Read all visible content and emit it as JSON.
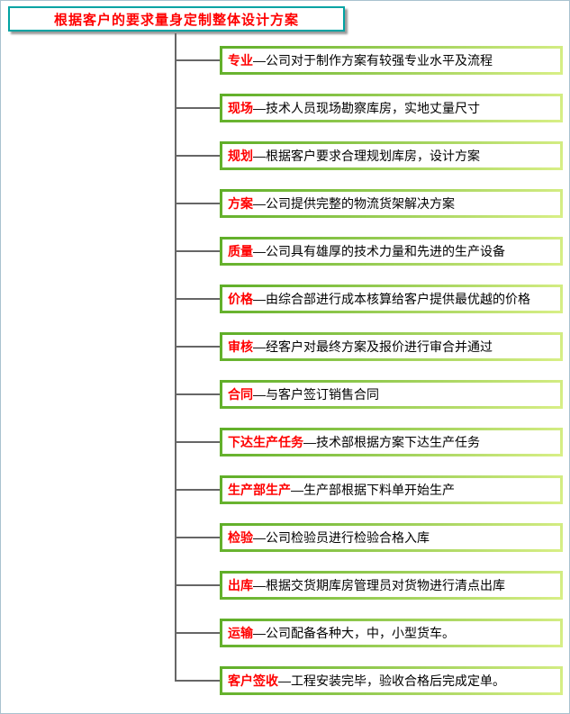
{
  "title": "根据客户的要求量身定制整体设计方案",
  "items": [
    {
      "keyword": "专业",
      "desc": "—公司对于制作方案有较强专业水平及流程"
    },
    {
      "keyword": "现场",
      "desc": "—技术人员现场勘察库房，实地丈量尺寸"
    },
    {
      "keyword": "规划",
      "desc": "—根据客户要求合理规划库房，设计方案"
    },
    {
      "keyword": "方案",
      "desc": "—公司提供完整的物流货架解决方案"
    },
    {
      "keyword": "质量",
      "desc": "—公司具有雄厚的技术力量和先进的生产设备"
    },
    {
      "keyword": "价格",
      "desc": "—由综合部进行成本核算给客户提供最优越的价格"
    },
    {
      "keyword": "审核",
      "desc": "—经客户对最终方案及报价进行审合并通过"
    },
    {
      "keyword": "合同",
      "desc": "—与客户签订销售合同"
    },
    {
      "keyword": "下达生产任务",
      "desc": "—技术部根据方案下达生产任务"
    },
    {
      "keyword": "生产部生产",
      "desc": "—生产部根据下料单开始生产"
    },
    {
      "keyword": "检验",
      "desc": "—公司检验员进行检验合格入库"
    },
    {
      "keyword": "出库",
      "desc": "—根据交货期库房管理员对货物进行清点出库"
    },
    {
      "keyword": "运输",
      "desc": "—公司配备各种大，中，小型货车。"
    },
    {
      "keyword": "客户签收",
      "desc": "—工程安装完毕，验收合格后完成定单。"
    }
  ],
  "colors": {
    "title_text": "#ff0000",
    "title_border": "#00a3a3",
    "keyword_text": "#ff0000",
    "box_border_start": "#5fae28",
    "box_border_end": "#d8ef86",
    "connector_line": "#666666",
    "page_border": "#a9c2cf"
  }
}
